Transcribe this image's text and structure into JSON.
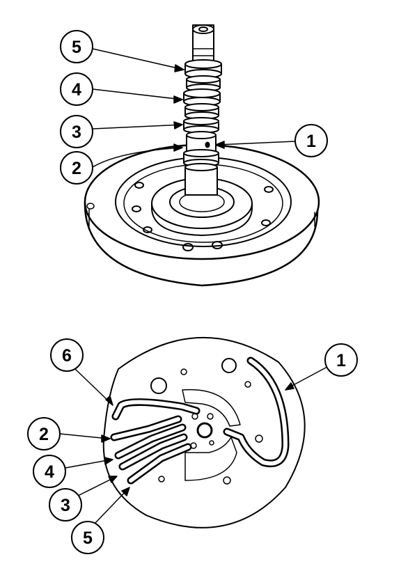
{
  "colors": {
    "ink": "#000000",
    "paper": "#ffffff"
  },
  "top_view": {
    "callouts": [
      {
        "id": "5",
        "label": "5"
      },
      {
        "id": "4",
        "label": "4"
      },
      {
        "id": "3",
        "label": "3"
      },
      {
        "id": "2",
        "label": "2"
      },
      {
        "id": "1",
        "label": "1"
      }
    ]
  },
  "bottom_view": {
    "callouts": [
      {
        "id": "6",
        "label": "6"
      },
      {
        "id": "2",
        "label": "2"
      },
      {
        "id": "4",
        "label": "4"
      },
      {
        "id": "3",
        "label": "3"
      },
      {
        "id": "5",
        "label": "5"
      },
      {
        "id": "1",
        "label": "1"
      }
    ]
  }
}
